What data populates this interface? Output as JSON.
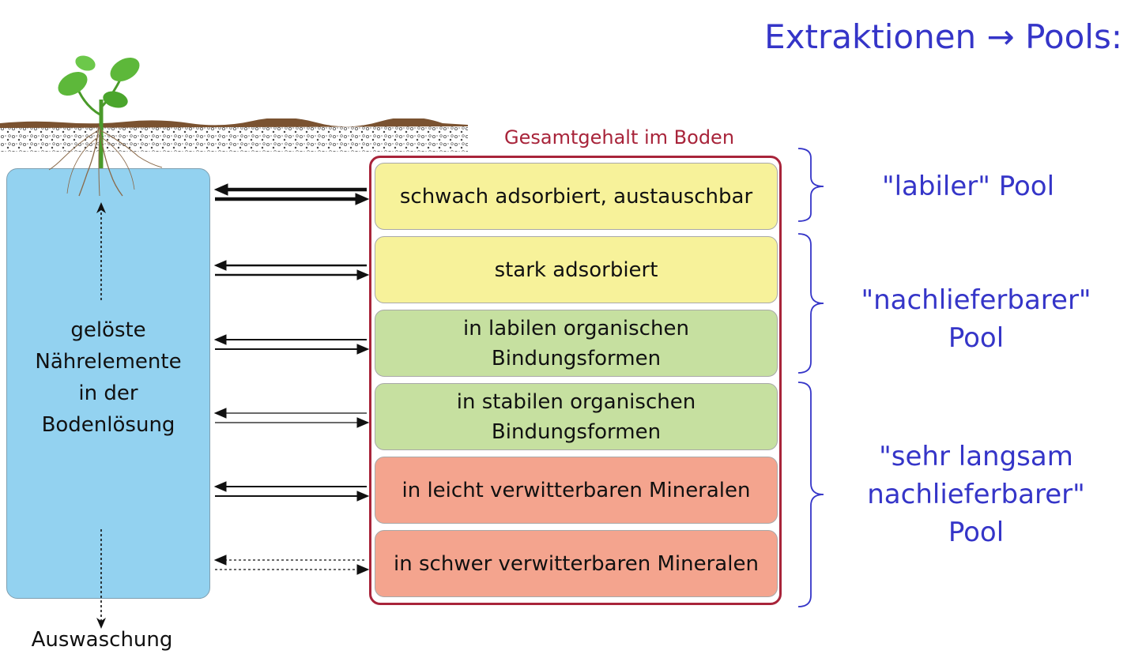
{
  "title": "Extraktionen → Pools:",
  "solution": {
    "lines": [
      "gelöste",
      "Nährelemente",
      "in der",
      "Bodenlösung"
    ],
    "leaching_label": "Auswaschung"
  },
  "total_label": "Gesamtgehalt im Boden",
  "fractions": [
    {
      "lines": [
        "schwach adsorbiert, austauschbar"
      ],
      "color": "#f7f29a"
    },
    {
      "lines": [
        "stark adsorbiert"
      ],
      "color": "#f7f29a"
    },
    {
      "lines": [
        "in labilen organischen",
        "Bindungsformen"
      ],
      "color": "#c6e0a0"
    },
    {
      "lines": [
        "in stabilen organischen",
        "Bindungsformen"
      ],
      "color": "#c6e0a0"
    },
    {
      "lines": [
        "in leicht verwitterbaren Mineralen"
      ],
      "color": "#f4a48e"
    },
    {
      "lines": [
        "in schwer verwitterbaren Mineralen"
      ],
      "color": "#f4a48e"
    }
  ],
  "pools": [
    {
      "lines": [
        "\"labiler\" Pool"
      ]
    },
    {
      "lines": [
        "\"nachlieferbarer\"",
        "Pool"
      ]
    },
    {
      "lines": [
        "\"sehr langsam",
        "nachlieferbarer\"",
        "Pool"
      ]
    }
  ],
  "colors": {
    "title_blue": "#3535c8",
    "frame_red": "#a8243a",
    "solution_blue": "#93d2f0"
  }
}
